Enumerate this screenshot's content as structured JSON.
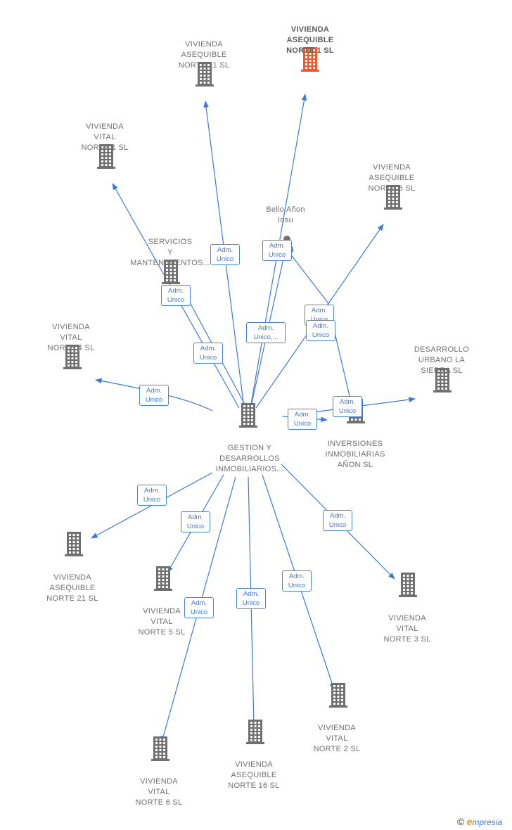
{
  "colors": {
    "edge": "#3f7ad3",
    "building": "#707070",
    "highlight": "#f05a28"
  },
  "nodes": [
    {
      "id": "gestion",
      "lines": [
        "GESTION Y",
        "DESARROLLOS",
        "INMOBILIARIOS..."
      ],
      "icon": "building-icon"
    },
    {
      "id": "vivienda-asequible-norte-1",
      "lines": [
        "VIVIENDA",
        "ASEQUIBLE",
        "NORTE 1  SL"
      ],
      "icon": "building-icon",
      "highlight": true
    },
    {
      "id": "vivienda-asequible-norte-11",
      "lines": [
        "VIVIENDA",
        "ASEQUIBLE",
        "NORTE 11  SL"
      ],
      "icon": "building-icon"
    },
    {
      "id": "vivienda-vital-norte-1",
      "lines": [
        "VIVIENDA",
        "VITAL",
        "NORTE 1  SL"
      ],
      "icon": "building-icon"
    },
    {
      "id": "vivienda-asequible-norte-6",
      "lines": [
        "VIVIENDA",
        "ASEQUIBLE",
        "NORTE 6  SL"
      ],
      "icon": "building-icon"
    },
    {
      "id": "belio",
      "lines": [
        "Belio Añon",
        "Iosu"
      ],
      "icon": "person-icon"
    },
    {
      "id": "servicios",
      "lines": [
        "SERVICIOS",
        "Y",
        "MANTENIMIENTOS..."
      ],
      "icon": "building-icon"
    },
    {
      "id": "vivienda-vital-norte-4",
      "lines": [
        "VIVIENDA",
        "VITAL",
        "NORTE 4  SL"
      ],
      "icon": "building-icon"
    },
    {
      "id": "desarrollo-urbano",
      "lines": [
        "DESARROLLO",
        "URBANO LA",
        "SIERRA  SL"
      ],
      "icon": "building-icon"
    },
    {
      "id": "inversiones",
      "lines": [
        "INVERSIONES",
        "INMOBILIARIAS",
        "AÑON  SL"
      ],
      "icon": "building-icon"
    },
    {
      "id": "vivienda-asequible-norte-21",
      "lines": [
        "VIVIENDA",
        "ASEQUIBLE",
        "NORTE 21  SL"
      ],
      "icon": "building-icon"
    },
    {
      "id": "vivienda-vital-norte-5",
      "lines": [
        "VIVIENDA",
        "VITAL",
        "NORTE 5  SL"
      ],
      "icon": "building-icon"
    },
    {
      "id": "vivienda-vital-norte-3",
      "lines": [
        "VIVIENDA",
        "VITAL",
        "NORTE 3  SL"
      ],
      "icon": "building-icon"
    },
    {
      "id": "vivienda-vital-norte-2",
      "lines": [
        "VIVIENDA",
        "VITAL",
        "NORTE 2  SL"
      ],
      "icon": "building-icon"
    },
    {
      "id": "vivienda-asequible-norte-16",
      "lines": [
        "VIVIENDA",
        "ASEQUIBLE",
        "NORTE 16  SL"
      ],
      "icon": "building-icon"
    },
    {
      "id": "vivienda-vital-norte-6",
      "lines": [
        "VIVIENDA",
        "VITAL",
        "NORTE 6  SL"
      ],
      "icon": "building-icon"
    }
  ],
  "edges": [
    {
      "from": "gestion",
      "to": "vivienda-asequible-norte-1",
      "label": [
        "Adm.",
        "Unico,..."
      ]
    },
    {
      "from": "gestion",
      "to": "vivienda-asequible-norte-11",
      "label": [
        "Adm.",
        "Unico"
      ]
    },
    {
      "from": "gestion",
      "to": "vivienda-vital-norte-1",
      "label": [
        "Adm.",
        "Unico"
      ]
    },
    {
      "from": "gestion",
      "to": "vivienda-asequible-norte-6",
      "label": [
        "Adm.",
        "Unico"
      ]
    },
    {
      "from": "gestion",
      "to": "vivienda-vital-norte-4",
      "label": [
        "Adm.",
        "Unico"
      ]
    },
    {
      "from": "gestion",
      "to": "desarrollo-urbano",
      "label": [
        "Adm.",
        "Unico"
      ]
    },
    {
      "from": "gestion",
      "to": "inversiones",
      "label": [
        "Adm.",
        "Unico"
      ]
    },
    {
      "from": "gestion",
      "to": "vivienda-asequible-norte-21",
      "label": [
        "Adm.",
        "Unico"
      ]
    },
    {
      "from": "gestion",
      "to": "vivienda-vital-norte-5",
      "label": [
        "Adm.",
        "Unico"
      ]
    },
    {
      "from": "gestion",
      "to": "vivienda-vital-norte-3",
      "label": [
        "Adm.",
        "Unico"
      ]
    },
    {
      "from": "gestion",
      "to": "vivienda-vital-norte-2",
      "label": [
        "Adm.",
        "Unico"
      ]
    },
    {
      "from": "gestion",
      "to": "vivienda-asequible-norte-16",
      "label": [
        "Adm.",
        "Unico"
      ]
    },
    {
      "from": "gestion",
      "to": "vivienda-vital-norte-6",
      "label": [
        "Adm.",
        "Unico"
      ]
    },
    {
      "from": "servicios",
      "to": "gestion",
      "label": [
        "Adm.",
        "Unico"
      ]
    },
    {
      "from": "belio",
      "to": "gestion",
      "label": [
        "Adm.",
        "Unico"
      ]
    },
    {
      "from": "belio",
      "to": "inversiones",
      "label": [
        "Adm.",
        "Unico"
      ]
    }
  ],
  "footer": {
    "copyright_symbol": "©",
    "brand_initial": "e",
    "brand_rest": "mpresia"
  }
}
